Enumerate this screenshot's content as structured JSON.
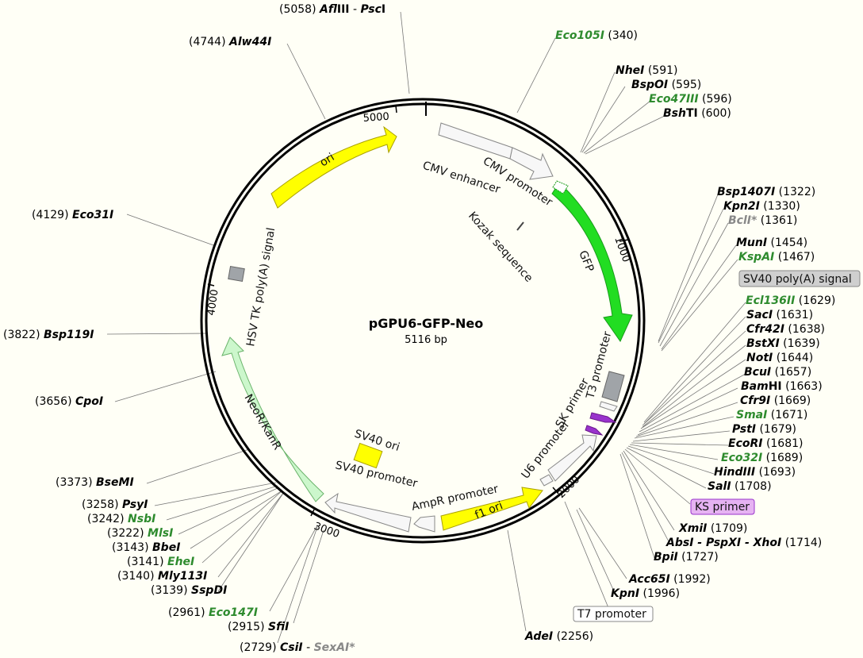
{
  "plasmid": {
    "name": "pGPU6-GFP-Neo",
    "length_label": "5116 bp"
  },
  "ticks": [
    "1000",
    "2000",
    "3000",
    "4000",
    "5000"
  ],
  "features": {
    "cmv_enhancer": "CMV enhancer",
    "cmv_promoter": "CMV promoter",
    "kozak": "Kozak sequence",
    "gfp": "GFP",
    "t3_promoter": "T3 promoter",
    "sk_primer": "SK primer",
    "u6_promoter": "U6 promoter",
    "f1_ori": "f1 ori",
    "ampr_promoter": "AmpR promoter",
    "sv40_promoter": "SV40 promoter",
    "sv40_ori": "SV40 ori",
    "neor": "NeoR/KanR",
    "hsv_tk": "HSV TK poly(A) signal",
    "ori": "ori"
  },
  "boxed": {
    "sv40_polya": "SV40 poly(A) signal",
    "ks_primer": "KS primer",
    "t7_promoter": "T7 promoter"
  },
  "sites": {
    "afliii": {
      "pos": "(5058)",
      "pre": "Afl",
      "post": "III",
      "sep": " - ",
      "pre2": "Psc",
      "post2": "I"
    },
    "alw44i": {
      "pos": "(4744)",
      "name": "Alw44I"
    },
    "eco105i": {
      "name": "Eco105I",
      "pos": "(340)"
    },
    "nhei": {
      "name": "NheI",
      "pos": "(591)"
    },
    "bspoi": {
      "name": "BspOI",
      "pos": "(595)"
    },
    "eco47iii": {
      "name": "Eco47III",
      "pos": "(596)"
    },
    "bshti": {
      "pre": "Bsh",
      "post": "TI",
      "pos": "(600)"
    },
    "bsp1407i": {
      "name": "Bsp1407I",
      "pos": "(1322)"
    },
    "kpn2i": {
      "name": "Kpn2I",
      "pos": "(1330)"
    },
    "bcli": {
      "name": "BclI*",
      "pos": "(1361)"
    },
    "muni": {
      "name": "MunI",
      "pos": "(1454)"
    },
    "kspai": {
      "name": "KspAI",
      "pos": "(1467)"
    },
    "ecl136ii": {
      "name": "Ecl136II",
      "pos": "(1629)"
    },
    "saci": {
      "name": "SacI",
      "pos": "(1631)"
    },
    "cfr42i": {
      "name": "Cfr42I",
      "pos": "(1638)"
    },
    "bstxi": {
      "name": "BstXI",
      "pos": "(1639)"
    },
    "noti": {
      "name": "NotI",
      "pos": "(1644)"
    },
    "bcui": {
      "name": "BcuI",
      "pos": "(1657)"
    },
    "bamhi": {
      "pre": "Bam",
      "post": "HI",
      "pos": "(1663)"
    },
    "cfr9i": {
      "name": "Cfr9I",
      "pos": "(1669)"
    },
    "smai": {
      "name": "SmaI",
      "pos": "(1671)"
    },
    "psti": {
      "name": "PstI",
      "pos": "(1679)"
    },
    "ecori": {
      "name": "EcoRI",
      "pos": "(1681)"
    },
    "eco32i": {
      "name": "Eco32I",
      "pos": "(1689)"
    },
    "hindiii": {
      "name": "HindIII",
      "pos": "(1693)"
    },
    "sali": {
      "name": "SalI",
      "pos": "(1708)"
    },
    "xmii": {
      "name": "XmiI",
      "pos": "(1709)"
    },
    "absi": {
      "name": "AbsI - PspXI - XhoI",
      "pos": "(1714)"
    },
    "bpii": {
      "name": "BpiI",
      "pos": "(1727)"
    },
    "acc65i": {
      "name": "Acc65I",
      "pos": "(1992)"
    },
    "kpni": {
      "name": "KpnI",
      "pos": "(1996)"
    },
    "adei": {
      "name": "AdeI",
      "pos": "(2256)"
    },
    "csii": {
      "pos": "(2729)",
      "name": "CsiI",
      "sep": " - ",
      "name2": "SexAI*"
    },
    "sfii": {
      "pos": "(2915)",
      "name": "SfiI"
    },
    "eco147i": {
      "pos": "(2961)",
      "name": "Eco147I"
    },
    "sspdi": {
      "pos": "(3139)",
      "name": "SspDI"
    },
    "mly113i": {
      "pos": "(3140)",
      "name": "Mly113I"
    },
    "ehei": {
      "pos": "(3141)",
      "name": "EheI"
    },
    "bbei": {
      "pos": "(3143)",
      "name": "BbeI"
    },
    "mlsi": {
      "pos": "(3222)",
      "name": "MlsI"
    },
    "nsbi": {
      "pos": "(3242)",
      "name": "NsbI"
    },
    "psyi": {
      "pos": "(3258)",
      "name": "PsyI"
    },
    "bsemi": {
      "pos": "(3373)",
      "name": "BseMI"
    },
    "cpoi": {
      "pos": "(3656)",
      "name": "CpoI"
    },
    "bsp119i": {
      "pos": "(3822)",
      "name": "Bsp119I"
    },
    "eco31i": {
      "pos": "(4129)",
      "name": "Eco31I"
    }
  },
  "colors": {
    "background": "#fffff6",
    "gfp": "#22dd22",
    "ori": "#ffff00",
    "neor": "#ccf7cc",
    "promoter": "#f7f7f7",
    "polya": "#a0a4a8",
    "primer": "#9933cc",
    "enzyme_unique": "#000000",
    "enzyme_green": "#2e8b2e",
    "enzyme_gray": "#888888",
    "ks_box": "#e6b3f2",
    "sv40_box": "#cfcfcf"
  }
}
